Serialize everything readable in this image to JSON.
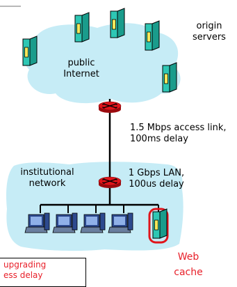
{
  "title": {
    "line1": "origin",
    "line2": "servers"
  },
  "internet": {
    "line1": "public",
    "line2": "Internet"
  },
  "access_link": {
    "line1": "1.5 Mbps access link,",
    "line2": "100ms delay"
  },
  "institution": {
    "line1": "institutional",
    "line2": "network"
  },
  "lan": {
    "line1": "1 Gbps LAN,",
    "line2": "100us delay"
  },
  "cache": {
    "line1": "Web",
    "line2": "cache"
  },
  "note": {
    "line1": "upgrading",
    "line2": "ess delay"
  },
  "colors": {
    "cloud": "#c6ecf6",
    "server_body": "#2ec7b4",
    "server_slot": "#f4e85a",
    "router": "#e0151b",
    "highlight": "#e8202a",
    "pc": "#2d4a8e"
  },
  "icons": {
    "server": "server-icon",
    "router": "router-icon",
    "pc": "pc-icon"
  }
}
